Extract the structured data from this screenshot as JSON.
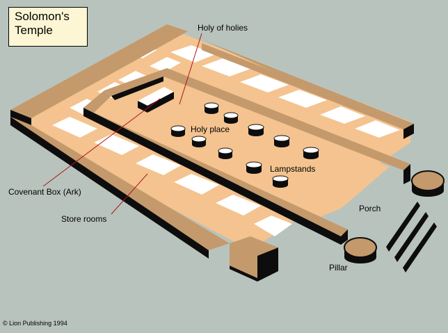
{
  "title": {
    "line1": "Solomon's",
    "line2": "Temple"
  },
  "labels": {
    "holy_of_holies": "Holy of holies",
    "holy_place": "Holy place",
    "lampstands": "Lampstands",
    "covenant_box": "Covenant Box (Ark)",
    "store_rooms": "Store rooms",
    "porch": "Porch",
    "pillar": "Pillar"
  },
  "copyright": "© Lion Publishing 1994",
  "colors": {
    "background": "#b9c3bd",
    "wall_top": "#c49a6c",
    "wall_side": "#0d0d0d",
    "floor": "#f4c38f",
    "room_white": "#ffffff",
    "title_box": "#fdf6d4"
  }
}
